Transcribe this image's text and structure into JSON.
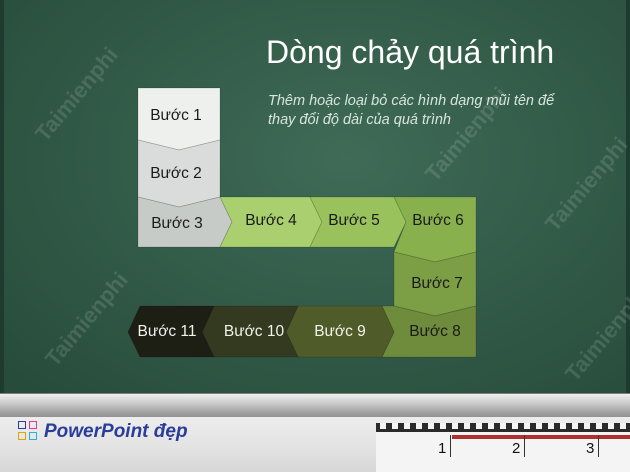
{
  "slide": {
    "title": "Dòng chảy quá trình",
    "subtitle": "Thêm hoặc loại bỏ các hình dạng mũi tên để thay đổi độ dài của quá trình"
  },
  "steps": [
    {
      "label": "Bước 1",
      "color": "#eef0ee"
    },
    {
      "label": "Bước 2",
      "color": "#d9dcda"
    },
    {
      "label": "Bước 3",
      "color": "#c7cbc8"
    },
    {
      "label": "Bước 4",
      "color": "#a9cf6e"
    },
    {
      "label": "Bước 5",
      "color": "#99c25d"
    },
    {
      "label": "Bước 6",
      "color": "#88b14d"
    },
    {
      "label": "Bước 7",
      "color": "#7c9e44"
    },
    {
      "label": "Bước 8",
      "color": "#6e8c3c"
    },
    {
      "label": "Bước 9",
      "color": "#4f5c2a"
    },
    {
      "label": "Bước 10",
      "color": "#333a1f"
    },
    {
      "label": "Bước 11",
      "color": "#1d1f15"
    }
  ],
  "watermark": {
    "text": "Taimienphi"
  },
  "footer": {
    "logo_text": "PowerPoint đẹp",
    "ruler_numbers": [
      "1",
      "2",
      "3"
    ]
  }
}
